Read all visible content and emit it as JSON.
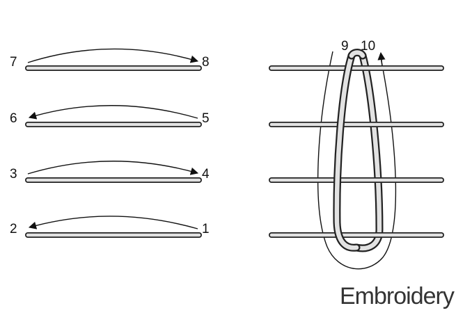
{
  "left_steps": [
    {
      "from": "7",
      "to": "8"
    },
    {
      "from": "6",
      "to": "5"
    },
    {
      "from": "3",
      "to": "4"
    },
    {
      "from": "2",
      "to": "1"
    }
  ],
  "right_labels": {
    "start": "9",
    "end": "10"
  },
  "caption": "Embroidery"
}
